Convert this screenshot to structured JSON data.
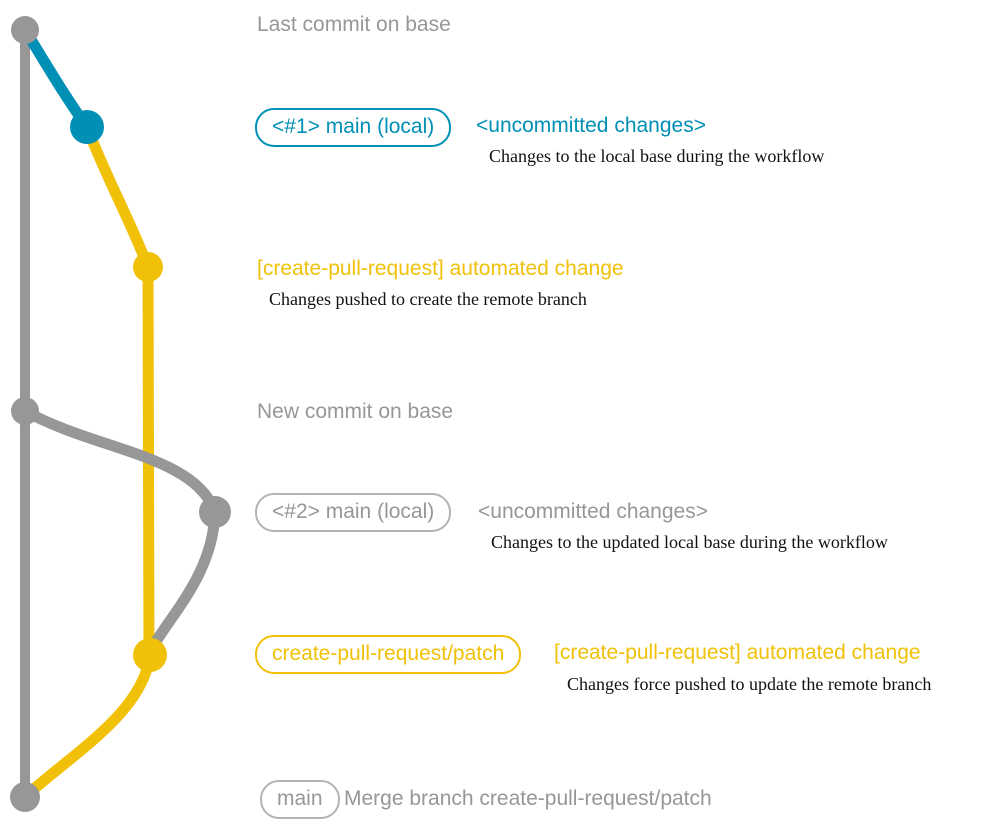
{
  "colors": {
    "gray": "#979797",
    "gray_border": "#b3b3b3",
    "blue": "#008fb5",
    "yellow": "#f1c109",
    "ink": "#111111",
    "bg": "#ffffff"
  },
  "graph": {
    "type": "git-commit-graph",
    "commit_dots": [
      {
        "name": "last-commit-on-base",
        "branch": "base",
        "color": "#979797"
      },
      {
        "name": "uncommitted-changes-1",
        "branch": "main (local)",
        "color": "#008fb5"
      },
      {
        "name": "automated-change-1",
        "branch": "create-pull-request/patch",
        "color": "#f1c109"
      },
      {
        "name": "new-commit-on-base",
        "branch": "base",
        "color": "#979797"
      },
      {
        "name": "uncommitted-changes-2",
        "branch": "main (local)",
        "color": "#979797"
      },
      {
        "name": "automated-change-2",
        "branch": "create-pull-request/patch",
        "color": "#f1c109"
      },
      {
        "name": "merge-commit",
        "branch": "base",
        "color": "#979797"
      }
    ]
  },
  "annotations": {
    "last_commit_on_base": "Last commit on base",
    "new_commit_on_base": "New commit on base",
    "section1": {
      "badge": "<#1> main (local)",
      "headline": "<uncommitted changes>",
      "note": "Changes to the local base during the workflow"
    },
    "section2": {
      "headline": "[create-pull-request] automated change",
      "note": "Changes pushed to create the remote branch"
    },
    "section3": {
      "badge": "<#2> main (local)",
      "headline": "<uncommitted changes>",
      "note": "Changes to the updated local base during the workflow"
    },
    "section4": {
      "badge": "create-pull-request/patch",
      "headline": "[create-pull-request] automated change",
      "note": "Changes force pushed to update the remote branch"
    },
    "section5": {
      "badge": "main",
      "headline": "Merge branch create-pull-request/patch"
    }
  }
}
